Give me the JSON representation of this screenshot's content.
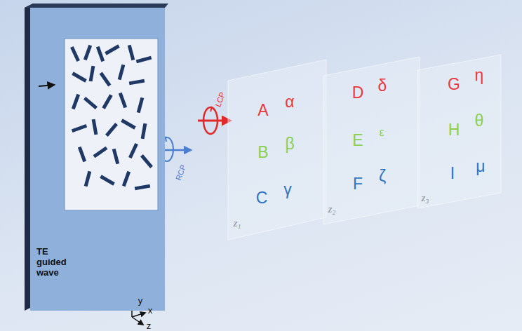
{
  "diagram": {
    "nodes": [
      {
        "text": [
          "TE guided wave"
        ]
      },
      {
        "text": [
          "A",
          "α",
          "B",
          "β",
          "C",
          "γ",
          "z₁"
        ]
      },
      {
        "text": [
          "D",
          "δ",
          "E",
          "ε",
          "F",
          "ζ",
          "z₂"
        ]
      },
      {
        "text": [
          "G",
          "η",
          "H",
          "θ",
          "I",
          "μ",
          "z₃"
        ]
      }
    ],
    "labels": [
      "RCP",
      "LCP",
      "y",
      "x",
      "z"
    ]
  }
}
